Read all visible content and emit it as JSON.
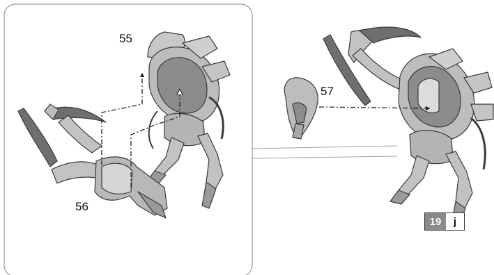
{
  "part_labels": {
    "p55": "55",
    "p56": "56",
    "p57": "57"
  },
  "step": {
    "number": "19",
    "sub": "j"
  },
  "colors": {
    "model_fill": "#bdbdbd",
    "model_dark": "#8c8c8c",
    "model_light": "#dedede",
    "outline": "#3a3a3a",
    "panel_border": "#9a9a9a",
    "arrow": "#222222",
    "step_badge": "#8a8a8a"
  }
}
